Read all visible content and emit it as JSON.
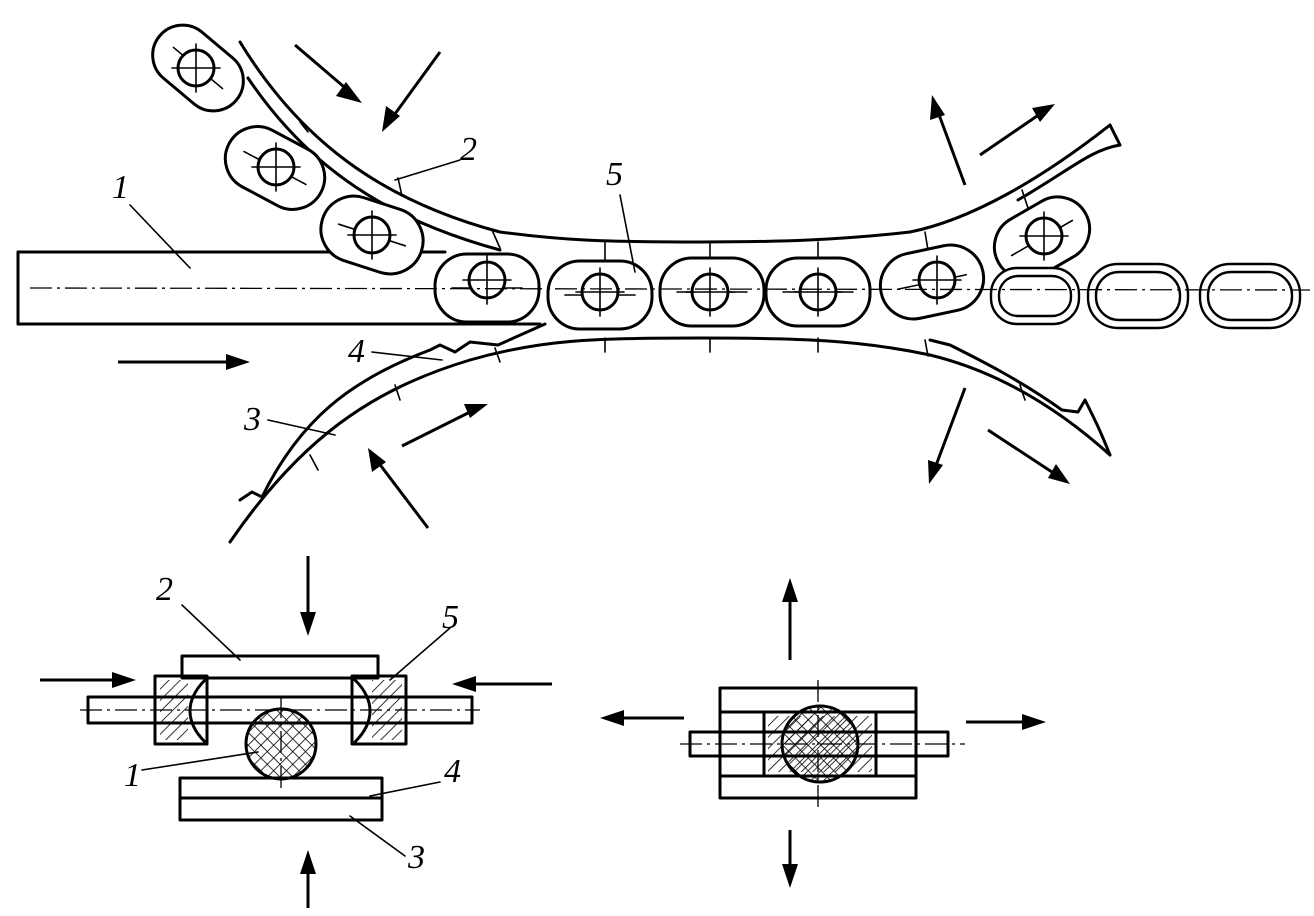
{
  "labels": {
    "top": {
      "rod": "1",
      "upper_die": "2",
      "lower_die": "3",
      "lower_groove": "4",
      "link": "5"
    },
    "bottom_left": {
      "rod": "1",
      "upper_die": "2",
      "lower_die": "3",
      "lower_groove": "4",
      "link": "5"
    }
  },
  "colors": {
    "ink": "#000000",
    "paper": "#ffffff"
  }
}
